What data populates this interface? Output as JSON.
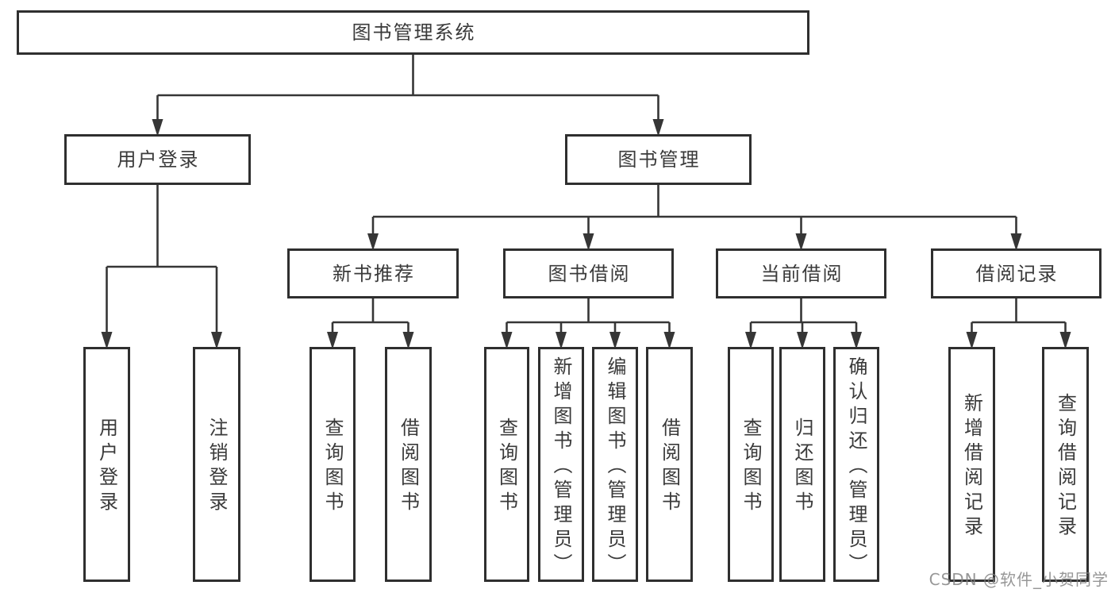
{
  "diagram": {
    "title": "图书管理系统",
    "colors": {
      "line": "#363636",
      "box_border": "#2f2f2f",
      "text": "#3a3a3a",
      "background": "#ffffff"
    },
    "nodes": [
      {
        "id": "root",
        "label": "图书管理系统",
        "orientation": "horizontal"
      },
      {
        "id": "user-login",
        "label": "用户登录",
        "orientation": "horizontal"
      },
      {
        "id": "book-management",
        "label": "图书管理",
        "orientation": "horizontal"
      },
      {
        "id": "new-book-recommend",
        "label": "新书推荐",
        "orientation": "horizontal"
      },
      {
        "id": "book-borrowing",
        "label": "图书借阅",
        "orientation": "horizontal"
      },
      {
        "id": "current-borrowing",
        "label": "当前借阅",
        "orientation": "horizontal"
      },
      {
        "id": "borrowing-records",
        "label": "借阅记录",
        "orientation": "horizontal"
      },
      {
        "id": "user-login-leaf",
        "label": "用户登录",
        "orientation": "vertical"
      },
      {
        "id": "logout-leaf",
        "label": "注销登录",
        "orientation": "vertical"
      },
      {
        "id": "query-books-1",
        "label": "查询图书",
        "orientation": "vertical"
      },
      {
        "id": "borrow-books-1",
        "label": "借阅图书",
        "orientation": "vertical"
      },
      {
        "id": "query-books-2",
        "label": "查询图书",
        "orientation": "vertical"
      },
      {
        "id": "add-books-admin",
        "label": "新增图书（管理员）",
        "orientation": "vertical"
      },
      {
        "id": "edit-books-admin",
        "label": "编辑图书（管理员）",
        "orientation": "vertical"
      },
      {
        "id": "borrow-books-2",
        "label": "借阅图书",
        "orientation": "vertical"
      },
      {
        "id": "query-books-3",
        "label": "查询图书",
        "orientation": "vertical"
      },
      {
        "id": "return-books",
        "label": "归还图书",
        "orientation": "vertical"
      },
      {
        "id": "confirm-return-admin",
        "label": "确认归还（管理员）",
        "orientation": "vertical"
      },
      {
        "id": "add-borrow-record",
        "label": "新增借阅记录",
        "orientation": "vertical"
      },
      {
        "id": "query-borrow-record",
        "label": "查询借阅记录",
        "orientation": "vertical"
      }
    ],
    "edges": [
      {
        "from": "root",
        "to": [
          "user-login",
          "book-management"
        ]
      },
      {
        "from": "user-login",
        "to": [
          "user-login-leaf",
          "logout-leaf"
        ]
      },
      {
        "from": "book-management",
        "to": [
          "new-book-recommend",
          "book-borrowing",
          "current-borrowing",
          "borrowing-records"
        ]
      },
      {
        "from": "new-book-recommend",
        "to": [
          "query-books-1",
          "borrow-books-1"
        ]
      },
      {
        "from": "book-borrowing",
        "to": [
          "query-books-2",
          "add-books-admin",
          "edit-books-admin",
          "borrow-books-2"
        ]
      },
      {
        "from": "current-borrowing",
        "to": [
          "query-books-3",
          "return-books",
          "confirm-return-admin"
        ]
      },
      {
        "from": "borrowing-records",
        "to": [
          "add-borrow-record",
          "query-borrow-record"
        ]
      }
    ]
  },
  "watermark": {
    "text": "CSDN @软件_小贺同学"
  }
}
